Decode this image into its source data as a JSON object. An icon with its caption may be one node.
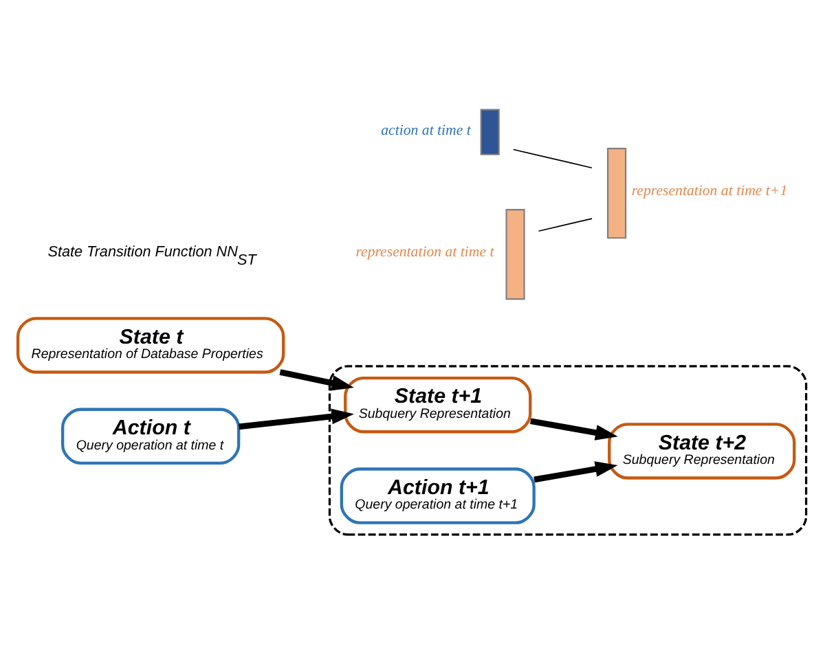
{
  "diagram": {
    "nodes": [
      {
        "text": [
          "State t",
          "Representation of Database Properties"
        ]
      },
      {
        "text": [
          "Action t",
          "Query operation at time t"
        ]
      },
      {
        "text": [],
        "shape": "box"
      },
      {
        "text": [
          "State t+1",
          "Subquery Representation"
        ],
        "in": 2
      },
      {
        "text": [
          "Action t+1",
          "Query operation at time t+1"
        ],
        "in": 2
      },
      {
        "text": [
          "State t+2",
          "Subquery Representation"
        ],
        "in": 2
      },
      {
        "text": [],
        "shape": "bar",
        "beside": [
          "representation at time t"
        ]
      },
      {
        "text": [],
        "shape": "bar",
        "beside": [
          "action at time t"
        ]
      },
      {
        "text": [],
        "shape": "bar",
        "beside": [
          "representation at time t+1"
        ]
      }
    ],
    "edges": [
      {
        "from": 0,
        "to": 3,
        "arrow": "to"
      },
      {
        "from": 1,
        "to": 3,
        "arrow": "to"
      },
      {
        "from": 3,
        "to": 5,
        "arrow": "to"
      },
      {
        "from": 4,
        "to": 5,
        "arrow": "to"
      },
      {
        "from": 6,
        "to": 8,
        "arrow": "none"
      },
      {
        "from": 7,
        "to": 8,
        "arrow": "none"
      }
    ],
    "labels": [
      "State Transition Function NN$_{ST}$"
    ]
  }
}
